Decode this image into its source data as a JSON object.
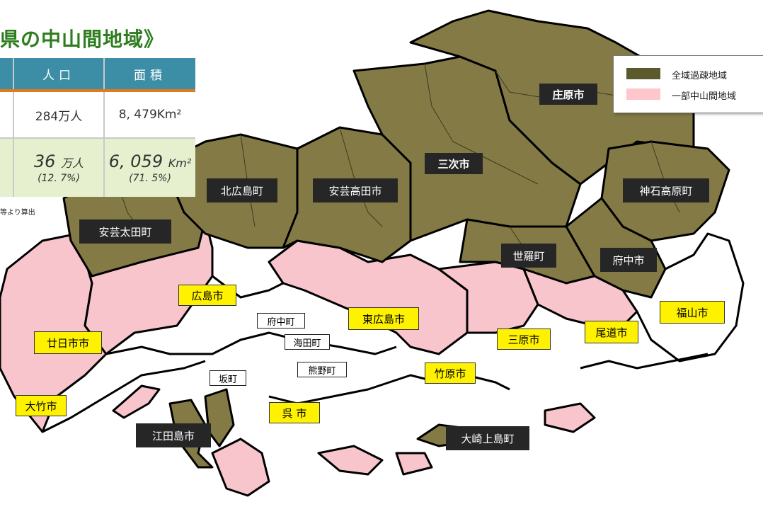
{
  "title": "県の中山間地域》",
  "table": {
    "headers": [
      "人口",
      "面積"
    ],
    "rows": [
      {
        "population": "284万人",
        "area": "8, 479Km²"
      },
      {
        "population": "36",
        "population_unit": "万人",
        "population_pct": "(12. 7%)",
        "area": "6, 059",
        "area_unit": "Km²",
        "area_pct": "(71. 5%)"
      }
    ],
    "note": "等より算出"
  },
  "legend": [
    {
      "label": "全域過疎地域",
      "color": "#5a5a2c"
    },
    {
      "label": "一部中山間地域",
      "color": "#ffc6cc"
    }
  ],
  "colors": {
    "olive": "#847a45",
    "pink": "#f7c5cb",
    "border": "#000000"
  },
  "labels": {
    "shobara": "庄原市",
    "miyoshi": "三次市",
    "jinsekikogen": "神石高原町",
    "kitahiroshima": "北広島町",
    "akitakata": "安芸高田市",
    "akiota": "安芸太田町",
    "sera": "世羅町",
    "fuchu_city": "府中市",
    "hiroshima": "広島市",
    "higashihiroshima": "東広島市",
    "fukuyama": "福山市",
    "mihara": "三原市",
    "onomichi": "尾道市",
    "hatsukaichi": "廿日市市",
    "takehara": "竹原市",
    "otake": "大竹市",
    "kure": "呉 市",
    "etajima": "江田島市",
    "osakikamijima": "大崎上島町",
    "fuchu_town": "府中町",
    "kaita": "海田町",
    "kumano": "熊野町",
    "saka": "坂町"
  }
}
